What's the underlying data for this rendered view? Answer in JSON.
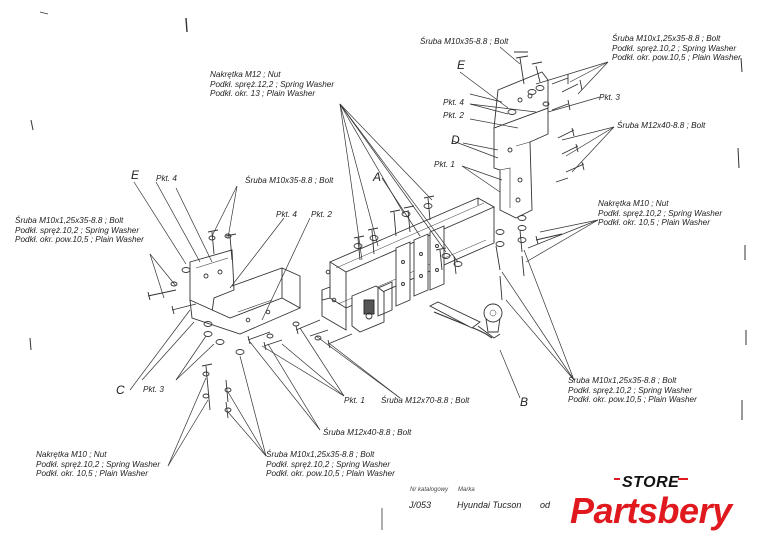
{
  "labels": {
    "nut_m12": [
      "Nakrętka  M12 ; Nut",
      "Podkł. spręż.12,2 ; Spring Washer",
      "Podkł. okr. 13 ; Plain Washer"
    ],
    "bolt_m10x35_top": "Śruba M10x35-8.8 ;  Bolt",
    "bolt_m10x125_top_right": [
      "Śruba M10x1,25x35-8.8 ;  Bolt",
      "Podkł. spręż.10,2 ; Spring Washer",
      "Podkł. okr. pow.10,5 ; Plain Washer"
    ],
    "pkt4_right": "Pkt. 4",
    "pkt3_right": "Pkt. 3",
    "pkt2_right": "Pkt. 2",
    "bolt_m12x40_right": "Śruba M12x40-8.8 ;  Bolt",
    "pkt1_center": "Pkt. 1",
    "bolt_m10x35_left": "Śruba M10x35-8.8 ;  Bolt",
    "pkt4_left": "Pkt. 4",
    "pkt4_mid": "Pkt. 4",
    "pkt2_mid": "Pkt. 2",
    "bolt_m10x125_left": [
      "Śruba M10x1,25x35-8.8 ;  Bolt",
      "Podkł. spręż.10,2 ; Spring Washer",
      "Podkł. okr. pow.10,5 ; Plain Washer"
    ],
    "nut_m10_right": [
      "Nakrętka  M10 ; Nut",
      "Podkł. spręż.10,2 ; Spring Washer",
      "Podkł. okr. 10,5 ; Plain Washer"
    ],
    "bolt_m10x125_bottom_right": [
      "Śruba M10x1,25x35-8.8 ;  Bolt",
      "Podkł. spręż.10,2 ; Spring Washer",
      "Podkł. okr. pow.10,5 ; Plain Washer"
    ],
    "pkt3_left": "Pkt. 3",
    "pkt1_bottom": "Pkt. 1",
    "bolt_m12x70": "Śruba M12x70-8.8 ;  Bolt",
    "bolt_m12x40_bottom": "Śruba M12x40-8.8 ;  Bolt",
    "nut_m10_left": [
      "Nakrętka  M10 ; Nut",
      "Podkł. spręż.10,2 ; Spring Washer",
      "Podkł. okr. 10,5 ; Plain Washer"
    ],
    "bolt_m10x125_bottom_center": [
      "Śruba M10x1,25x35-8.8 ;  Bolt",
      "Podkł. spręż.10,2 ; Spring Washer",
      "Podkł. okr. pow.10,5 ; Plain Washer"
    ]
  },
  "letters": {
    "e_top": "E",
    "d": "D",
    "a": "A",
    "e_left": "E",
    "c": "C",
    "b": "B"
  },
  "footer": {
    "catalog_caption": "Nr katalogowy",
    "brand_caption": "Marka",
    "catalog_no": "J/053",
    "model": "Hyundai Tucson",
    "from": "od"
  },
  "logo": {
    "store": "STORE",
    "brand": "Partsbery",
    "color": "#e0191f"
  }
}
